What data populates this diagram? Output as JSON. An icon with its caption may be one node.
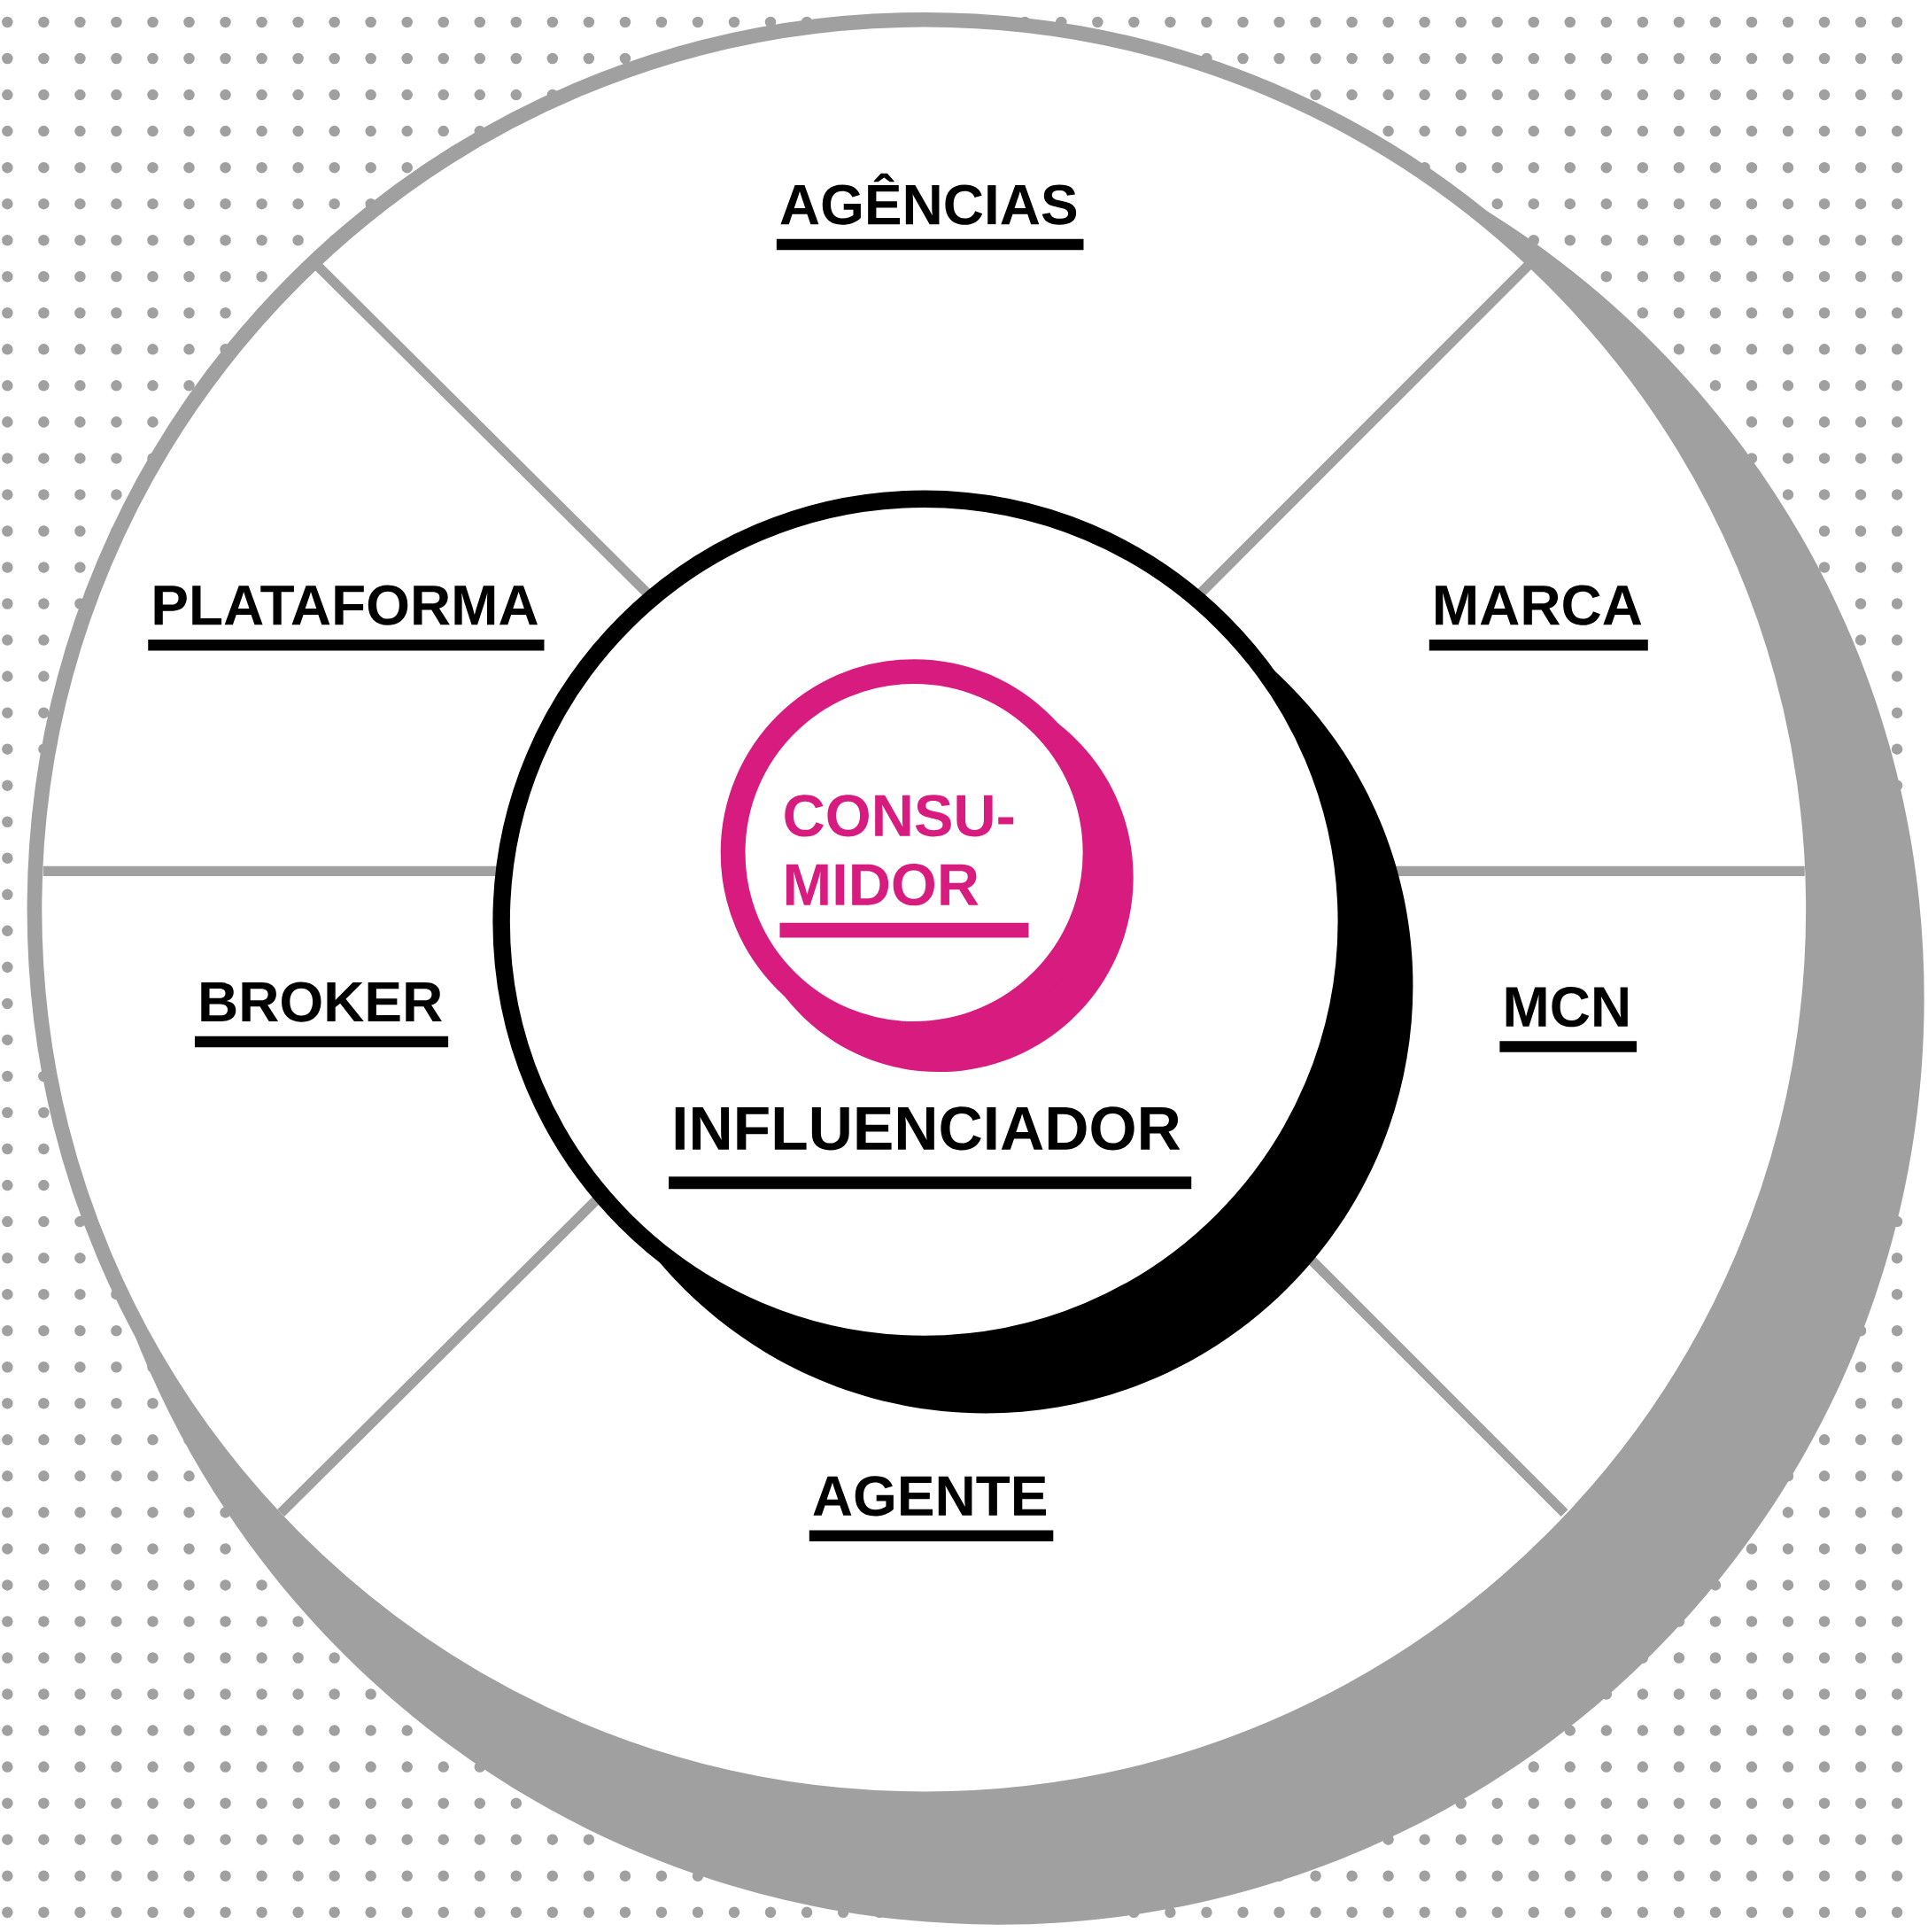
{
  "diagram": {
    "nodes": [
      {
        "text": [],
        "shape": "circle"
      },
      {
        "text": [
          "INFLUENCIADOR"
        ],
        "in": 0
      },
      {
        "text": [
          "CONSU- MIDOR"
        ],
        "in": 1
      }
    ],
    "labels": [
      "AGÊNCIAS",
      "PLATAFORMA",
      "MARCA",
      "BROKER",
      "MCN",
      "AGENTE"
    ]
  }
}
